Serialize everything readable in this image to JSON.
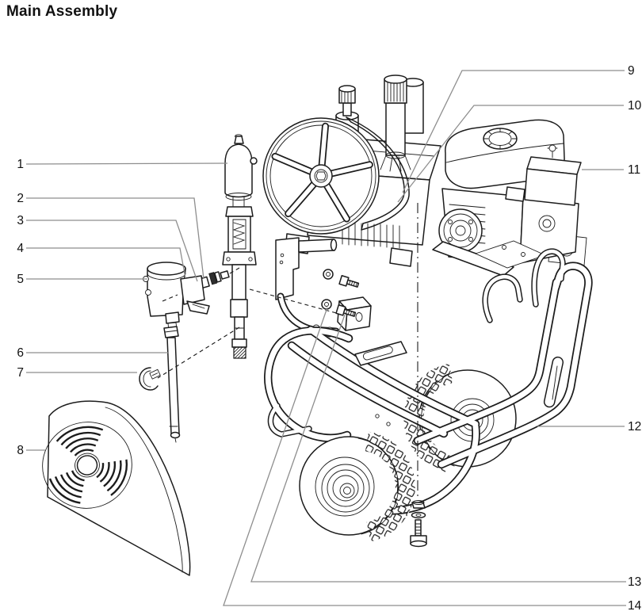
{
  "title": "Main Assembly",
  "callouts": [
    {
      "number": "1"
    },
    {
      "number": "2"
    },
    {
      "number": "3"
    },
    {
      "number": "4"
    },
    {
      "number": "5"
    },
    {
      "number": "6"
    },
    {
      "number": "7"
    },
    {
      "number": "8"
    },
    {
      "number": "9"
    },
    {
      "number": "10"
    },
    {
      "number": "11"
    },
    {
      "number": "12"
    },
    {
      "number": "13"
    },
    {
      "number": "14"
    }
  ],
  "colors": {
    "drawing_line": "#1c1c1c",
    "leader_line": "#8e8e8e",
    "text": "#111111",
    "background": "#ffffff",
    "dark_fill": "#2e2e2e"
  }
}
